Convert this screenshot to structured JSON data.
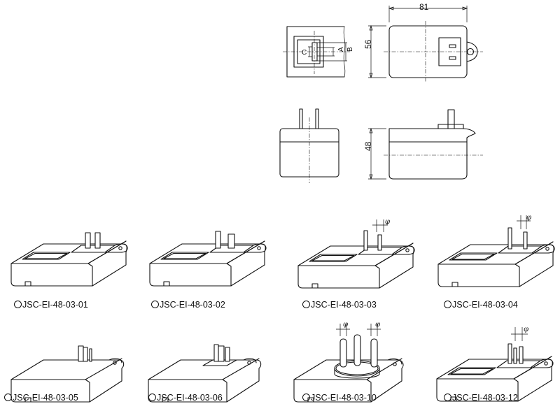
{
  "dimensions": {
    "width": "81",
    "height": "56",
    "depth": "48",
    "label_a": "A",
    "label_b": "B",
    "label_c": "C",
    "phi": "φ"
  },
  "models": [
    {
      "id": "m01",
      "label": "JSC-EI-48-03-01",
      "plug": "us-flat"
    },
    {
      "id": "m02",
      "label": "JSC-EI-48-03-02",
      "plug": "us-polarized"
    },
    {
      "id": "m03",
      "label": "JSC-EI-48-03-03",
      "plug": "round-pin"
    },
    {
      "id": "m04",
      "label": "JSC-EI-48-03-04",
      "plug": "round-pin"
    },
    {
      "id": "m05",
      "label": "JSC-EI-48-03-05",
      "plug": "flat-folded"
    },
    {
      "id": "m06",
      "label": "JSC-EI-48-03-06",
      "plug": "flat-angled"
    },
    {
      "id": "m10",
      "label": "JSC-EI-48-03-10",
      "plug": "three-round-pin"
    },
    {
      "id": "m12",
      "label": "JSC-EI-48-03-12",
      "plug": "two-pin-dual"
    }
  ]
}
